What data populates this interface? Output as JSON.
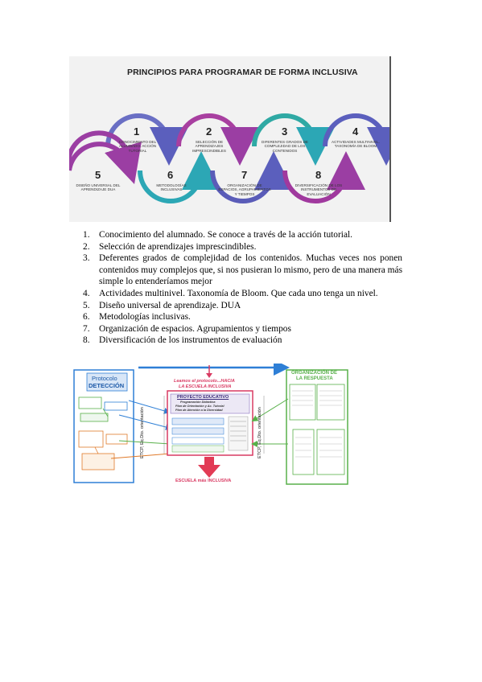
{
  "figure1": {
    "title": "PRINCIPIOS PARA PROGRAMAR  DE FORMA INCLUSIVA",
    "steps": [
      {
        "num": "1",
        "caption": "CONOCIMIENTO DEL ALUMNADO. ACCIÓN TUTORIAL",
        "color": "#6a6fc4"
      },
      {
        "num": "2",
        "caption": "SELECCIÓN DE APRENDIZAJES IMPRESCINDIBLES",
        "color": "#a83fa0"
      },
      {
        "num": "3",
        "caption": "DIFERENTES GRADOS DE COMPLEJIDAD DE LOS CONTENIDOS",
        "color": "#2fa9a4"
      },
      {
        "num": "4",
        "caption": "ACTIVIDADES MULTINIVEL. TAXONOMÍA DE BLOOM",
        "color": "#5b5fbd"
      },
      {
        "num": "5",
        "caption": "DISEÑO UNIVERSAL DEL APRENDIZAJE DUA",
        "color": "#9b3ea3"
      },
      {
        "num": "6",
        "caption": "METODOLOGÍAS INCLUSIVAS",
        "color": "#2ca7b5"
      },
      {
        "num": "7",
        "caption": "ORGANIZACIÓN DE ESPACIOS, AGRUPAMIENTOS Y TIEMPOS",
        "color": "#5a5cb8"
      },
      {
        "num": "8",
        "caption": "DIVERSIFICACIÓN DE LOS INSTRUMENTOS DE EVALUACIÓN",
        "color": "#a0399e"
      }
    ]
  },
  "list": [
    {
      "num": "1.",
      "text": "Conocimiento del alumnado. Se conoce a través de la acción tutorial."
    },
    {
      "num": "2.",
      "text": "Selección de aprendizajes imprescindibles."
    },
    {
      "num": "3.",
      "text": "Deferentes grados de complejidad de los contenidos. Muchas veces nos ponen contenidos muy complejos que, si nos pusieran lo mismo, pero de una manera más simple lo entenderíamos mejor"
    },
    {
      "num": "4.",
      "text": "Actividades multinivel. Taxonomía de Bloom. Que cada uno tenga un nivel."
    },
    {
      "num": "5.",
      "text": "Diseño universal de aprendizaje. DUA"
    },
    {
      "num": "6.",
      "text": "Metodologías inclusivas."
    },
    {
      "num": "7.",
      "text": "Organización de espacios. Agrupamientos y tiempos"
    },
    {
      "num": "8.",
      "text": "Diversificación de los instrumentos de evaluación"
    }
  ],
  "figure2": {
    "protocol_label_1": "Protocolo",
    "protocol_label_2": "DETECCIÓN",
    "header_1": "Leamos el protocolo...HACIA",
    "header_2": "LA ESCUELA INCLUSIVA",
    "project_title": "PROYECTO EDUCATIVO",
    "project_line_1": "Programación Didáctica",
    "project_line_2": "Plan de Orientación y Ac. Tutorial",
    "project_line_3": "Plan de Atención a la Diversidad",
    "etcp_left": "ETCP, Eq.Dto. orientación",
    "etcp_right": "ETCP, Eq.Dto. orientación",
    "org_label_1": "ORGANIZACIÓN DE",
    "org_label_2": "LA RESPUESTA",
    "bottom_label": "ESCUELA más INCLUSIVA"
  }
}
